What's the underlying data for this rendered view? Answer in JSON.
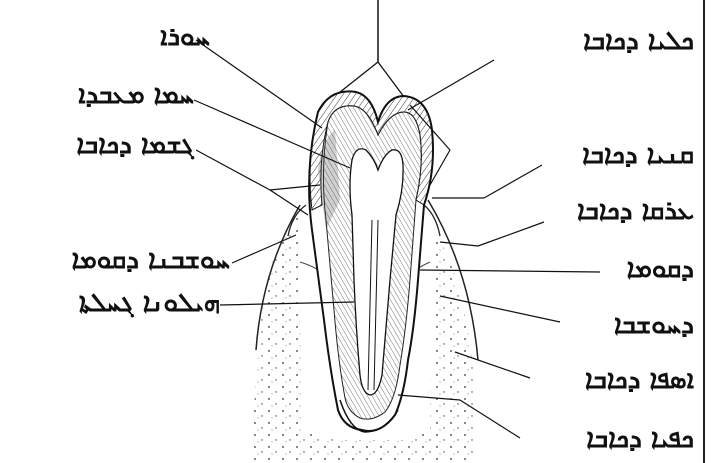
{
  "diagram": {
    "labels": {
      "pulp_chamber": "ܚܘܪܐ",
      "pulp_horn": "ܚܡܐ ܡܥܒܕܐ",
      "pulp_tissue": "ܓܫܡܐ ܕܟܐܒܐ",
      "periodontal_ligament": "ܚܘܫܒܢܐ ܕܩܘܡܐ",
      "root_canal": "ܗܝܠܘܢܐ ܓܚܠܬܐ",
      "enamel": "ܟܠܝܐ ܕܟܐܒܐ",
      "dentin": "ܩܢܝܐ ܕܟܐܒܐ",
      "cementum": "ܥܪܩܐ ܕܟܐܒܐ",
      "bone": "ܕܩܘܡܐ",
      "gingiva": "ܕܚܘܫܒܐ",
      "root_apex": "ܐܣܦܐ ܕܟܐܒܐ",
      "apical_foramen": "ܟܦܝܐ ܕܟܐܒܐ"
    }
  },
  "colors": {
    "ink": "#111111",
    "background": "#ffffff"
  }
}
